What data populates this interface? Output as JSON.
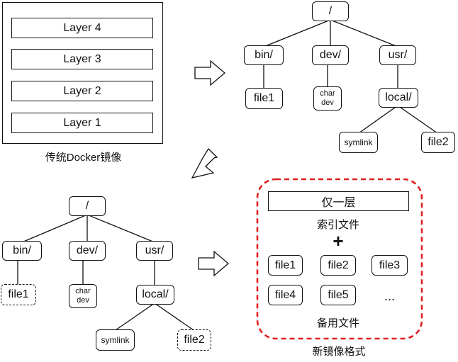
{
  "traditional": {
    "layers": [
      "Layer 4",
      "Layer 3",
      "Layer 2",
      "Layer 1"
    ],
    "caption": "传统Docker镜像"
  },
  "tree_top": {
    "root": "/",
    "bin": "bin/",
    "dev": "dev/",
    "usr": "usr/",
    "file1": "file1",
    "char_line1": "char",
    "char_line2": "dev",
    "local": "local/",
    "symlink": "symlink",
    "file2": "file2"
  },
  "tree_bottom": {
    "root": "/",
    "bin": "bin/",
    "dev": "dev/",
    "usr": "usr/",
    "file1": "file1",
    "char_line1": "char",
    "char_line2": "dev",
    "local": "local/",
    "symlink": "symlink",
    "file2": "file2"
  },
  "new_format": {
    "single_layer": "仅一层",
    "index_label": "索引文件",
    "plus": "+",
    "files": [
      "file1",
      "file2",
      "file3",
      "file4",
      "file5",
      "..."
    ],
    "backup_label": "备用文件",
    "caption": "新镜像格式",
    "border_color": "#e02020"
  }
}
